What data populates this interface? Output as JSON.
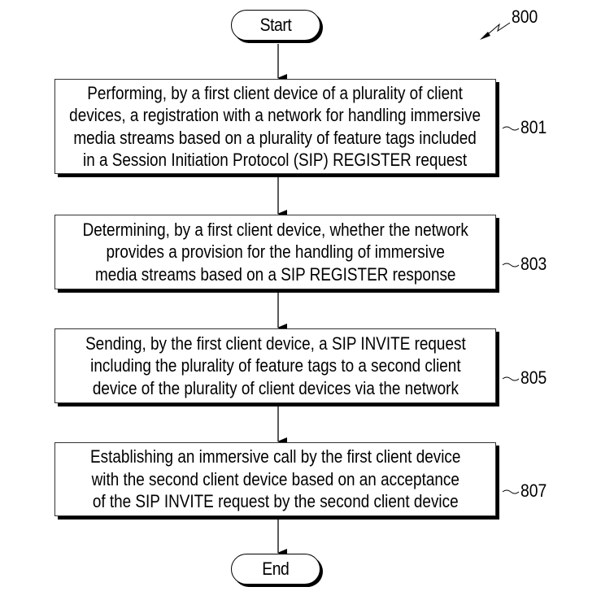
{
  "figure": {
    "reference": "800"
  },
  "flowchart": {
    "start_label": "Start",
    "end_label": "End",
    "steps": [
      {
        "ref": "801",
        "lines": [
          "Performing, by a first client device of a plurality of client",
          "devices, a registration with a network for handling immersive",
          "media streams based on a plurality of feature tags included",
          "in a Session Initiation Protocol (SIP) REGISTER request"
        ]
      },
      {
        "ref": "803",
        "lines": [
          "Determining, by a first client device, whether the network",
          "provides a provision for the handling of immersive",
          "media streams based on a SIP REGISTER response"
        ]
      },
      {
        "ref": "805",
        "lines": [
          "Sending, by the first client device, a SIP INVITE request",
          "including the plurality of feature tags to a second client",
          "device of the plurality of client devices via the network"
        ]
      },
      {
        "ref": "807",
        "lines": [
          "Establishing an immersive call by the first client device",
          "with the second client device based on an acceptance",
          "of the SIP INVITE request by the second client device"
        ]
      }
    ]
  }
}
